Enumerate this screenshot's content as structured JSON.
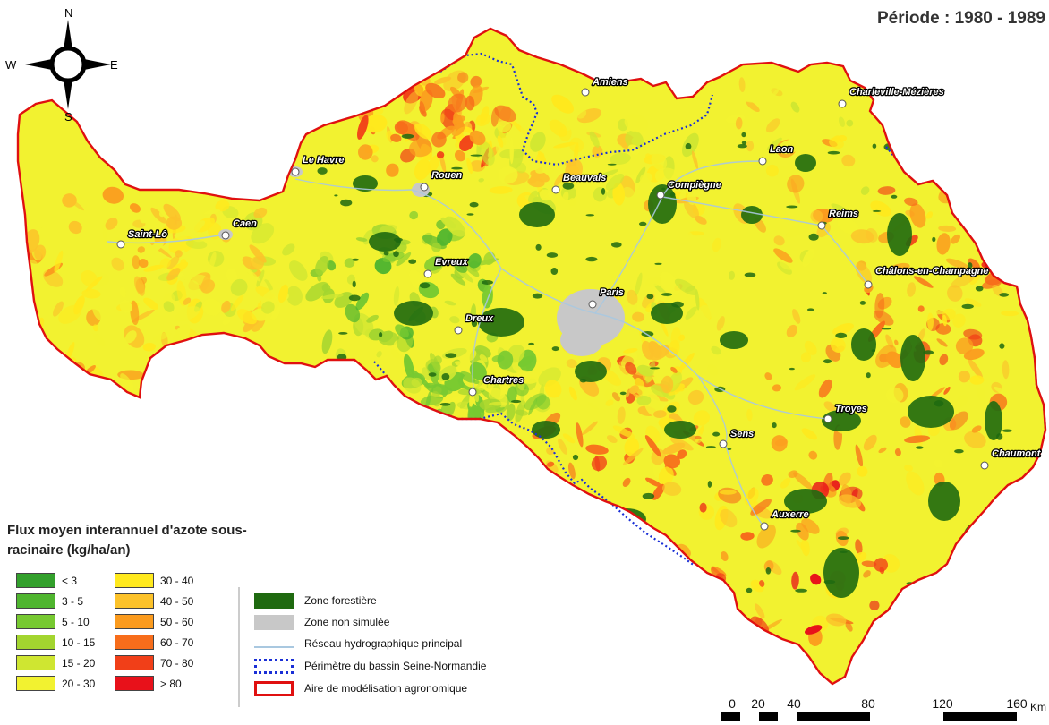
{
  "title": "Période : 1980 - 1989",
  "compass": {
    "north": "N",
    "south": "S",
    "east": "E",
    "west": "W"
  },
  "legend": {
    "title": "Flux moyen interannuel d'azote sous-racinaire (kg/ha/an)",
    "classes": [
      {
        "label": "< 3",
        "color": "#33a02c"
      },
      {
        "label": "3 - 5",
        "color": "#4fb52f"
      },
      {
        "label": "5 - 10",
        "color": "#77c931"
      },
      {
        "label": "10 - 15",
        "color": "#a3d52f"
      },
      {
        "label": "15 - 20",
        "color": "#cfe631"
      },
      {
        "label": "20 - 30",
        "color": "#f2f230"
      },
      {
        "label": "30 - 40",
        "color": "#ffe91d"
      },
      {
        "label": "40 - 50",
        "color": "#fcc22a"
      },
      {
        "label": "50 - 60",
        "color": "#fb9b1e"
      },
      {
        "label": "60 - 70",
        "color": "#f76d1b"
      },
      {
        "label": "70 - 80",
        "color": "#f13f18"
      },
      {
        "label": "> 80",
        "color": "#e8111a"
      }
    ]
  },
  "layers": [
    {
      "label": "Zone forestière",
      "symbol": "fill",
      "color": "#1f6a10"
    },
    {
      "label": "Zone non simulée",
      "symbol": "fill",
      "color": "#c8c8c8"
    },
    {
      "label": "Réseau hydrographique principal",
      "symbol": "line",
      "color": "#a9c8e0"
    },
    {
      "label": "Périmètre du bassin Seine-Normandie",
      "symbol": "dotted-outline",
      "color": "#1a2fd6"
    },
    {
      "label": "Aire de modélisation agronomique",
      "symbol": "outline",
      "color": "#e01010"
    }
  ],
  "cities": [
    "Amiens",
    "Charleville-Mézières",
    "Laon",
    "Le Havre",
    "Rouen",
    "Beauvais",
    "Compiègne",
    "Caen",
    "Saint-Lô",
    "Reims",
    "Evreux",
    "Châlons-en-Champagne",
    "Paris",
    "Dreux",
    "Chartres",
    "Troyes",
    "Sens",
    "Chaumont",
    "Auxerre"
  ],
  "scale": {
    "ticks": [
      "0",
      "20",
      "40",
      "80",
      "120",
      "160"
    ],
    "unit": "Km"
  }
}
